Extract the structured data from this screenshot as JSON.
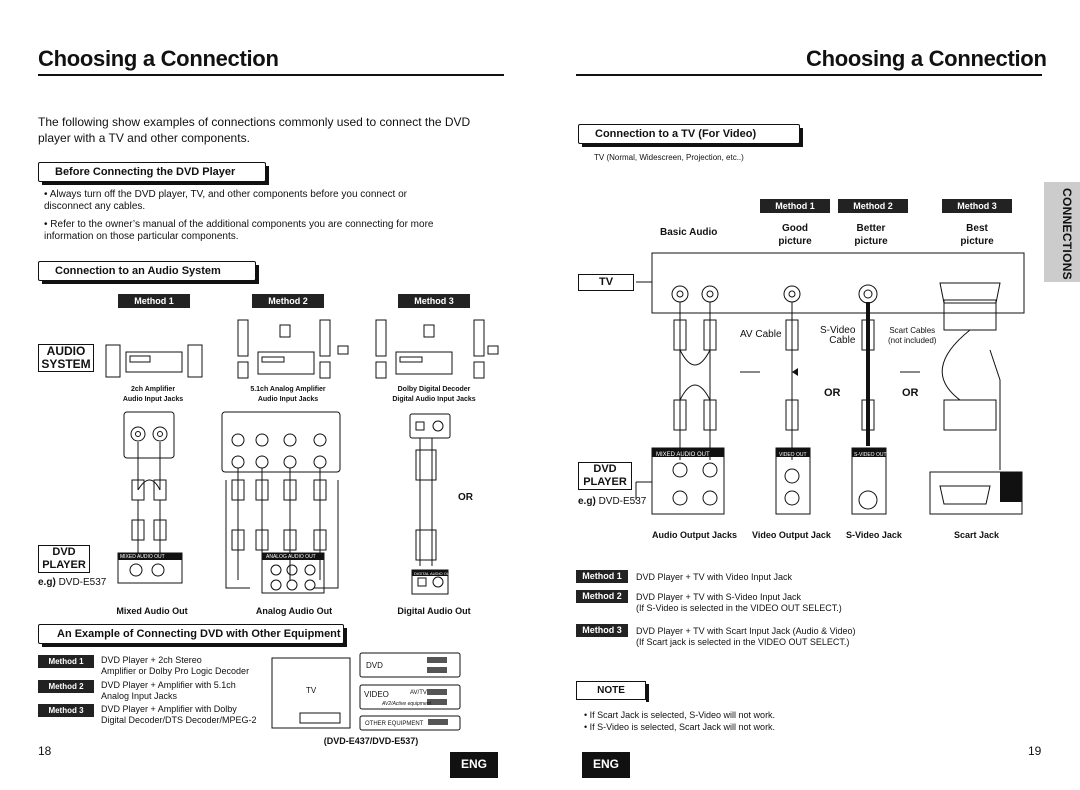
{
  "left": {
    "title": "Choosing a Connection",
    "intro": "The following show examples of connections commonly used to connect the DVD player with a TV and other components.",
    "before_heading": "Before Connecting the DVD Player",
    "bullets": [
      "Always turn off the DVD player, TV, and other components before you connect or disconnect any cables.",
      "Refer to the owner’s manual of the additional components you are connecting for more information on those particular components."
    ],
    "audio_heading": "Connection to an Audio System",
    "methods": [
      "Method 1",
      "Method 2",
      "Method 3"
    ],
    "audio_system_label": [
      "AUDIO",
      "SYSTEM"
    ],
    "amp_labels": [
      [
        "2ch Amplifier",
        "Audio Input Jacks"
      ],
      [
        "5.1ch Analog Amplifier",
        "Audio Input Jacks"
      ],
      [
        "Dolby Digital Decoder",
        "Digital Audio Input Jacks"
      ]
    ],
    "or_label": "OR",
    "dvd_player_label": [
      "DVD",
      "PLAYER"
    ],
    "model_prefix": "e.g)",
    "model": "DVD-E537",
    "out_labels": [
      "Mixed Audio Out",
      "Analog Audio Out",
      "Digital Audio Out"
    ],
    "panel_labels": [
      "MIXED AUDIO OUT",
      "ANALOG AUDIO OUT",
      "DIGITAL AUDIO OUT"
    ],
    "example_heading": "An Example of Connecting DVD with Other Equipment",
    "examples": [
      {
        "method": "Method 1",
        "lines": [
          "DVD Player + 2ch Stereo",
          "Amplifier or Dolby Pro Logic Decoder"
        ]
      },
      {
        "method": "Method 2",
        "lines": [
          "DVD Player + Amplifier with 5.1ch",
          "Analog Input Jacks"
        ]
      },
      {
        "method": "Method 3",
        "lines": [
          "DVD Player + Amplifier with Dolby",
          "Digital Decoder/DTS Decoder/MPEG-2"
        ]
      }
    ],
    "diagram": {
      "tv": "TV",
      "dvd": "DVD",
      "video": "VIDEO",
      "avtv": "AV/TV",
      "av2": "AV2/Active equipment",
      "other": "OTHER EQUIPMENT"
    },
    "model_caption": "(DVD-E437/DVD-E537)",
    "page_number": "18",
    "lang": "ENG"
  },
  "right": {
    "title": "Choosing a Connection",
    "tv_heading": "Connection to a TV (For Video)",
    "tv_sub": "TV (Normal, Widescreen, Projection, etc..)",
    "side_tab": "CONNECTIONS",
    "methods": [
      "Method 1",
      "Method 2",
      "Method 3"
    ],
    "basic_audio": "Basic Audio",
    "quality": [
      [
        "Good",
        "picture"
      ],
      [
        "Better",
        "picture"
      ],
      [
        "Best",
        "picture"
      ]
    ],
    "tv_label": "TV",
    "av_cable": "AV Cable",
    "svideo_cable": [
      "S-Video",
      "Cable"
    ],
    "scart_cables": [
      "Scart Cables",
      "(not included)"
    ],
    "or_labels": [
      "OR",
      "OR"
    ],
    "dvd_player_label": [
      "DVD",
      "PLAYER"
    ],
    "model_prefix": "e.g)",
    "model": "DVD-E537",
    "panel_labels": [
      "MIXED AUDIO OUT",
      "VIDEO OUT",
      "S-VIDEO OUT"
    ],
    "jack_labels": [
      "Audio Output Jacks",
      "Video Output Jack",
      "S-Video Jack",
      "Scart Jack"
    ],
    "method_notes": [
      {
        "method": "Method 1",
        "lines": [
          "DVD Player + TV with Video Input Jack"
        ]
      },
      {
        "method": "Method 2",
        "lines": [
          "DVD Player + TV with S-Video Input Jack",
          "(If S-Video is selected in the VIDEO OUT SELECT.)"
        ]
      },
      {
        "method": "Method 3",
        "lines": [
          "DVD Player + TV with Scart Input Jack (Audio & Video)",
          "(If Scart jack is selected in the VIDEO OUT SELECT.)"
        ]
      }
    ],
    "note_label": "NOTE",
    "notes": [
      "If Scart Jack is selected, S-Video will not work.",
      "If S-Video is selected, Scart Jack will not work."
    ],
    "page_number": "19",
    "lang": "ENG"
  }
}
